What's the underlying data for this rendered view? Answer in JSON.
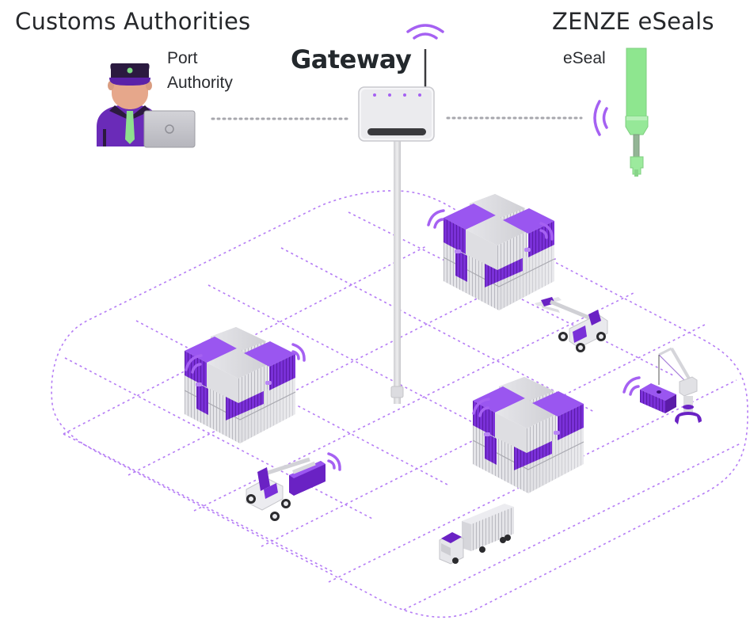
{
  "headings": {
    "left": "Customs Authorities",
    "right": "ZENZE eSeals",
    "center": "Gateway"
  },
  "labels": {
    "port_authority_line1": "Port",
    "port_authority_line2": "Authority",
    "eseal": "eSeal"
  },
  "colors": {
    "accent_purple": "#7a2fd6",
    "signal_purple": "#a561f2",
    "grid_purple": "#b57cf5",
    "eseal_green": "#8ee68f",
    "text_dark": "#26282b"
  },
  "icons": [
    "port-authority-officer-icon",
    "laptop-icon",
    "gateway-router-icon",
    "wifi-signal-icon",
    "eseal-device-icon",
    "container-stack-icon",
    "reach-stacker-icon",
    "port-crane-icon",
    "truck-icon"
  ]
}
